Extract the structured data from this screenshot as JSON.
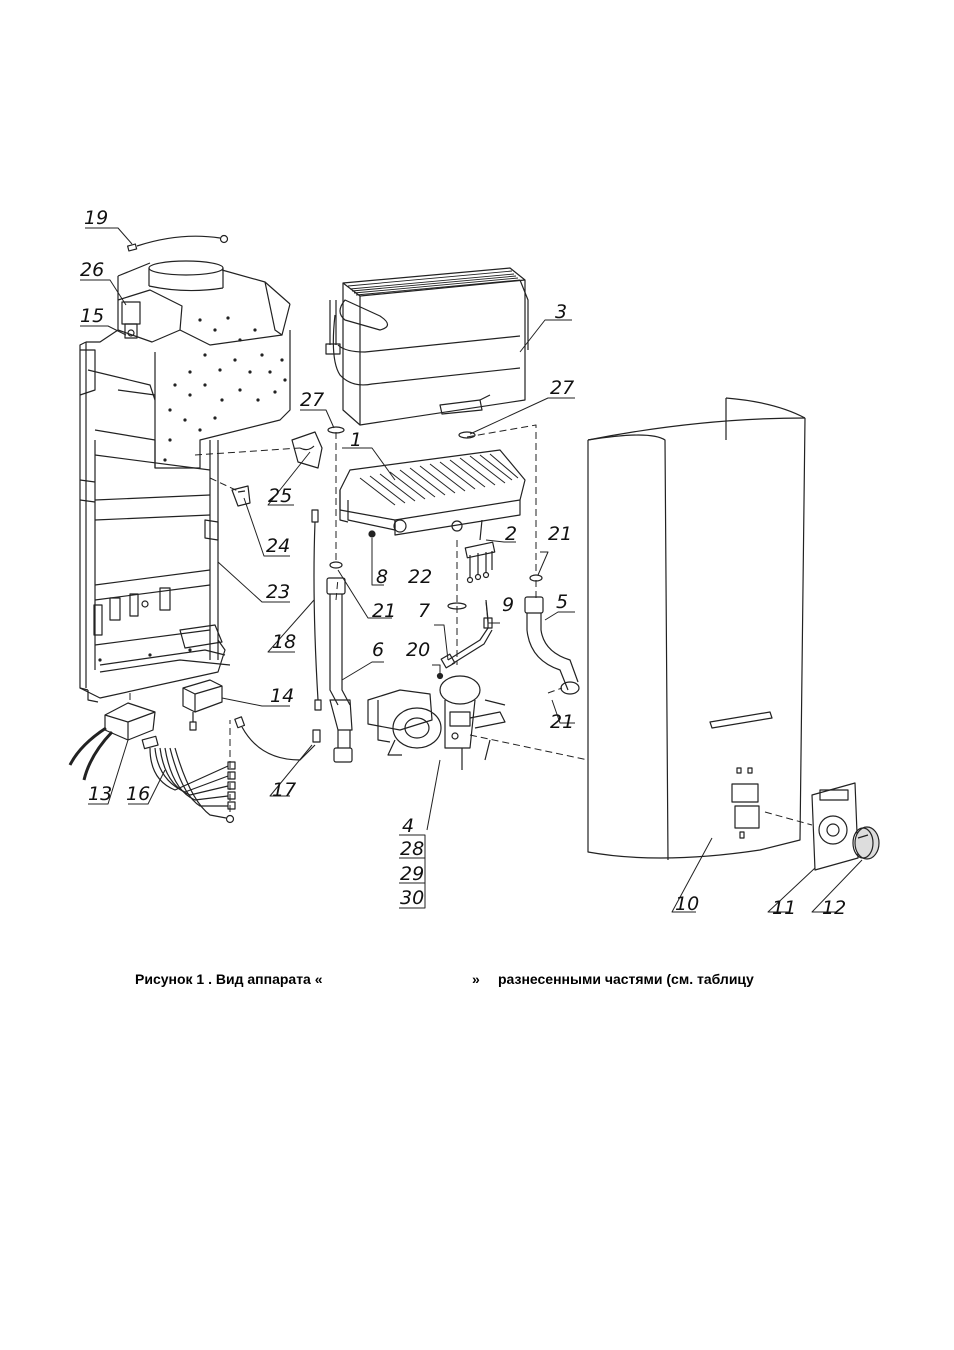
{
  "diagram": {
    "callouts": [
      "19",
      "26",
      "15",
      "3",
      "27",
      "27",
      "1",
      "25",
      "24",
      "23",
      "2",
      "21",
      "8",
      "22",
      "21",
      "9",
      "5",
      "7",
      "18",
      "6",
      "20",
      "14",
      "21",
      "13",
      "16",
      "17",
      "4",
      "28",
      "29",
      "30",
      "10",
      "11",
      "12"
    ],
    "stroke_color": "#222222"
  },
  "caption": {
    "prefix": "Рисунок 1  . Вид аппарата «",
    "quote_close": "»",
    "suffix": "разнесенными частями (см. таблицу"
  }
}
